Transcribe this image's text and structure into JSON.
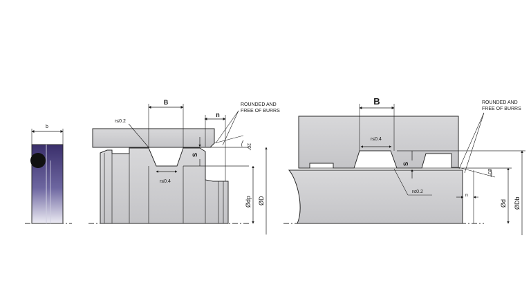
{
  "colors": {
    "metal_fill": "#cfcfd1",
    "metal_dark": "#b9b9bc",
    "line": "#2a2a2a",
    "seal_top": "#3a2f6b",
    "seal_bottom": "#e9e8f1",
    "oring": "#111111"
  },
  "seal_profile": {
    "dim_b": "b"
  },
  "piston_groove": {
    "dim_B": "B",
    "dim_n": "n",
    "radius_top": "r≤0.2",
    "radius_bottom": "r≤0.4",
    "dim_S": "S",
    "angle": "20°",
    "note_line1": "ROUNDED AND",
    "note_line2": "FREE OF BURRS",
    "dim_dp": "Ødp",
    "dim_D": "ØD"
  },
  "rod_groove": {
    "dim_B": "B",
    "radius_top": "r≤0.4",
    "radius_bottom": "r≤0.2",
    "dim_S": "S",
    "angle": "20°",
    "dim_n": "n",
    "note_line1": "ROUNDED AND",
    "note_line2": "FREE OF BURRS",
    "dim_d": "Ød",
    "dim_Db": "ØDb"
  }
}
